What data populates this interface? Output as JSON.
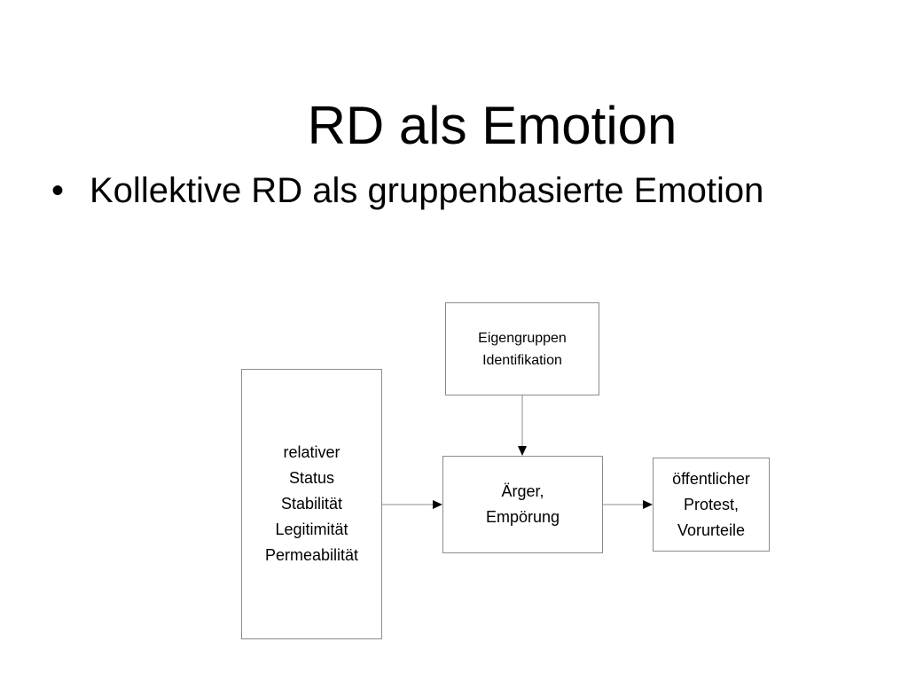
{
  "slide": {
    "title": "RD als Emotion",
    "bullet_symbol": "•",
    "bullets": [
      {
        "text": "Kollektive RD als gruppenbasierte Emotion"
      }
    ]
  },
  "diagram": {
    "boxes": {
      "identification": {
        "text": "Eigengruppen\nIdentifikation"
      },
      "status": {
        "text": "relativer\nStatus\nStabilität\nLegitimität\nPermeabilität"
      },
      "emotion": {
        "text": "Ärger,\nEmpörung"
      },
      "outcome": {
        "text": "öffentlicher\nProtest,\nVorurteile"
      }
    },
    "edges": [
      {
        "from": "identification",
        "to": "emotion"
      },
      {
        "from": "status",
        "to": "emotion"
      },
      {
        "from": "emotion",
        "to": "outcome"
      }
    ],
    "colors": {
      "box_border": "#8c8c8c",
      "arrow_line": "#8c8c8c",
      "arrow_head": "#000000"
    }
  }
}
